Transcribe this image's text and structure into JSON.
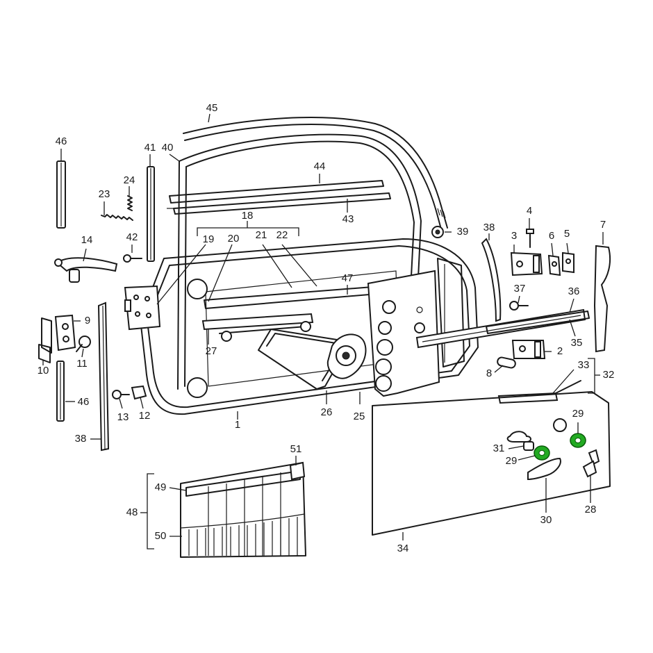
{
  "colors": {
    "line": "#1a1a1a",
    "highlight": "#22aa22",
    "background": "#ffffff"
  },
  "labels": [
    {
      "id": "l45",
      "text": "45"
    },
    {
      "id": "l46a",
      "text": "46"
    },
    {
      "id": "l41",
      "text": "41"
    },
    {
      "id": "l40",
      "text": "40"
    },
    {
      "id": "l44",
      "text": "44"
    },
    {
      "id": "l24",
      "text": "24"
    },
    {
      "id": "l23",
      "text": "23"
    },
    {
      "id": "l43",
      "text": "43"
    },
    {
      "id": "l18",
      "text": "18"
    },
    {
      "id": "l39",
      "text": "39"
    },
    {
      "id": "l38a",
      "text": "38"
    },
    {
      "id": "l4",
      "text": "4"
    },
    {
      "id": "l7",
      "text": "7"
    },
    {
      "id": "l42",
      "text": "42"
    },
    {
      "id": "l19",
      "text": "19"
    },
    {
      "id": "l20",
      "text": "20"
    },
    {
      "id": "l21",
      "text": "21"
    },
    {
      "id": "l22",
      "text": "22"
    },
    {
      "id": "l3",
      "text": "3"
    },
    {
      "id": "l6",
      "text": "6"
    },
    {
      "id": "l5",
      "text": "5"
    },
    {
      "id": "l14",
      "text": "14"
    },
    {
      "id": "l47",
      "text": "47"
    },
    {
      "id": "l37",
      "text": "37"
    },
    {
      "id": "l36",
      "text": "36"
    },
    {
      "id": "l9",
      "text": "9"
    },
    {
      "id": "l11",
      "text": "11"
    },
    {
      "id": "l10",
      "text": "10"
    },
    {
      "id": "l27",
      "text": "27"
    },
    {
      "id": "l35",
      "text": "35"
    },
    {
      "id": "l2",
      "text": "2"
    },
    {
      "id": "l8",
      "text": "8"
    },
    {
      "id": "l33",
      "text": "33"
    },
    {
      "id": "l32",
      "text": "32"
    },
    {
      "id": "l46b",
      "text": "46"
    },
    {
      "id": "l13",
      "text": "13"
    },
    {
      "id": "l12",
      "text": "12"
    },
    {
      "id": "l1",
      "text": "1"
    },
    {
      "id": "l26",
      "text": "26"
    },
    {
      "id": "l25",
      "text": "25"
    },
    {
      "id": "l29a",
      "text": "29"
    },
    {
      "id": "l38b",
      "text": "38"
    },
    {
      "id": "l31",
      "text": "31"
    },
    {
      "id": "l29b",
      "text": "29"
    },
    {
      "id": "l51",
      "text": "51"
    },
    {
      "id": "l49",
      "text": "49"
    },
    {
      "id": "l48",
      "text": "48"
    },
    {
      "id": "l30",
      "text": "30"
    },
    {
      "id": "l28",
      "text": "28"
    },
    {
      "id": "l50",
      "text": "50"
    },
    {
      "id": "l34",
      "text": "34"
    }
  ]
}
